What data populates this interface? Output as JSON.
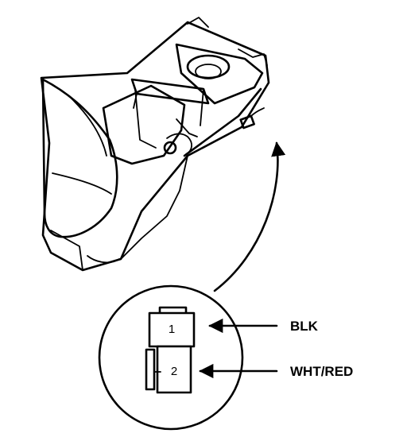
{
  "connector": {
    "pins": [
      {
        "number": "1",
        "wire_color": "BLK"
      },
      {
        "number": "2",
        "wire_color": "WHT/RED"
      }
    ]
  }
}
